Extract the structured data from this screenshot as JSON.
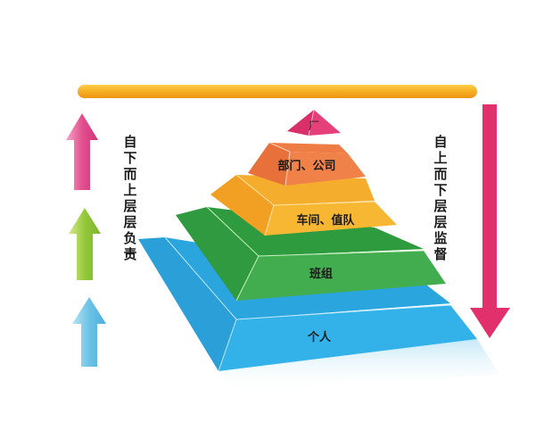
{
  "diagram": {
    "type": "pyramid",
    "layers": [
      {
        "id": "factory",
        "label": "厂",
        "color": "#e0336e"
      },
      {
        "id": "department",
        "label": "部门、公司",
        "color": "#ee7a3c"
      },
      {
        "id": "workshop",
        "label": "车间、值队",
        "color": "#f5a623"
      },
      {
        "id": "team",
        "label": "班组",
        "color": "#3aa64a"
      },
      {
        "id": "individual",
        "label": "个人",
        "color": "#2aaee6"
      }
    ]
  },
  "left_caption": {
    "text": "自下而上层层负责"
  },
  "right_caption": {
    "text": "自上而下层层监督"
  },
  "left_arrows": [
    {
      "direction": "up",
      "color": "#e24a8d"
    },
    {
      "direction": "up",
      "color": "#8cc23a"
    },
    {
      "direction": "up",
      "color": "#5ab8e0"
    }
  ],
  "right_arrow": {
    "direction": "down",
    "color": "#e0306a"
  },
  "top_bar": {
    "color": "#f5a51c"
  }
}
